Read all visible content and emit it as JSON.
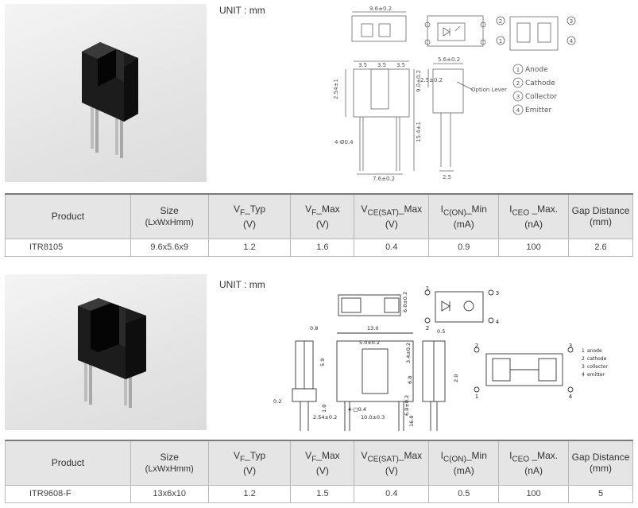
{
  "products": [
    {
      "unit": "UNIT : mm",
      "drawing": {
        "dims": [
          "9.6±0.2",
          "3.5",
          "3.5",
          "3.5",
          "5.6±0.2",
          "2.5",
          "2.54±1",
          "7.6±0.2",
          "4-Ø0.4",
          "9.0±0.2",
          "15.4±1",
          "Option Lever",
          "2.5±0.2"
        ],
        "legend": [
          "Anode",
          "Cathode",
          "Collector",
          "Emitter"
        ],
        "legend_nums": [
          "1",
          "2",
          "3",
          "4"
        ]
      },
      "headers": [
        "Product",
        "Size",
        "(LxWxHmm)",
        "V",
        "F",
        "_Typ",
        "(V)",
        "V",
        "F",
        "_Max",
        "(V)",
        "V",
        "CE(SAT)",
        "_Max",
        "(V)",
        "I",
        "C(ON)",
        "_Min",
        "(mA)",
        "I",
        "CEO",
        " _Max.",
        "(nA)",
        "Gap Distance",
        "(mm)"
      ],
      "row": [
        "ITR8105",
        "9.6x5.6x9",
        "1.2",
        "1.6",
        "0.4",
        "0.9",
        "100",
        "2.6"
      ]
    },
    {
      "unit": "UNIT : mm",
      "drawing": {
        "dims": [
          "0.8",
          "13.0",
          "0.5",
          "5.0±0.2",
          "6.0±0.2",
          "3.4±0.2",
          "5.9",
          "6.8",
          "2.0",
          "1.0",
          "16.0",
          "0.2",
          "2.54±0.2",
          "4-□0.4",
          "10.0±0.3",
          "6.0±0.2"
        ],
        "legend": [
          "anode",
          "cathode",
          "collector",
          "emitter"
        ],
        "legend_nums": [
          "1",
          "2",
          "3",
          "4"
        ]
      },
      "headers": [
        "Product",
        "Size",
        "(LxWxHmm)",
        "V",
        "F",
        "_Typ",
        "(V)",
        "V",
        "F",
        "_Max",
        "(V)",
        "V",
        "CE(SAT)",
        "_Max",
        "(V)",
        "I",
        "C(ON)",
        "_Min",
        "(mA)",
        "I",
        "CEO",
        " _Max.",
        "(nA)",
        "Gap Distance",
        "(mm)"
      ],
      "row": [
        "ITR9608-F",
        "13x6x10",
        "1.2",
        "1.5",
        "0.4",
        "0.5",
        "100",
        "5"
      ]
    }
  ]
}
